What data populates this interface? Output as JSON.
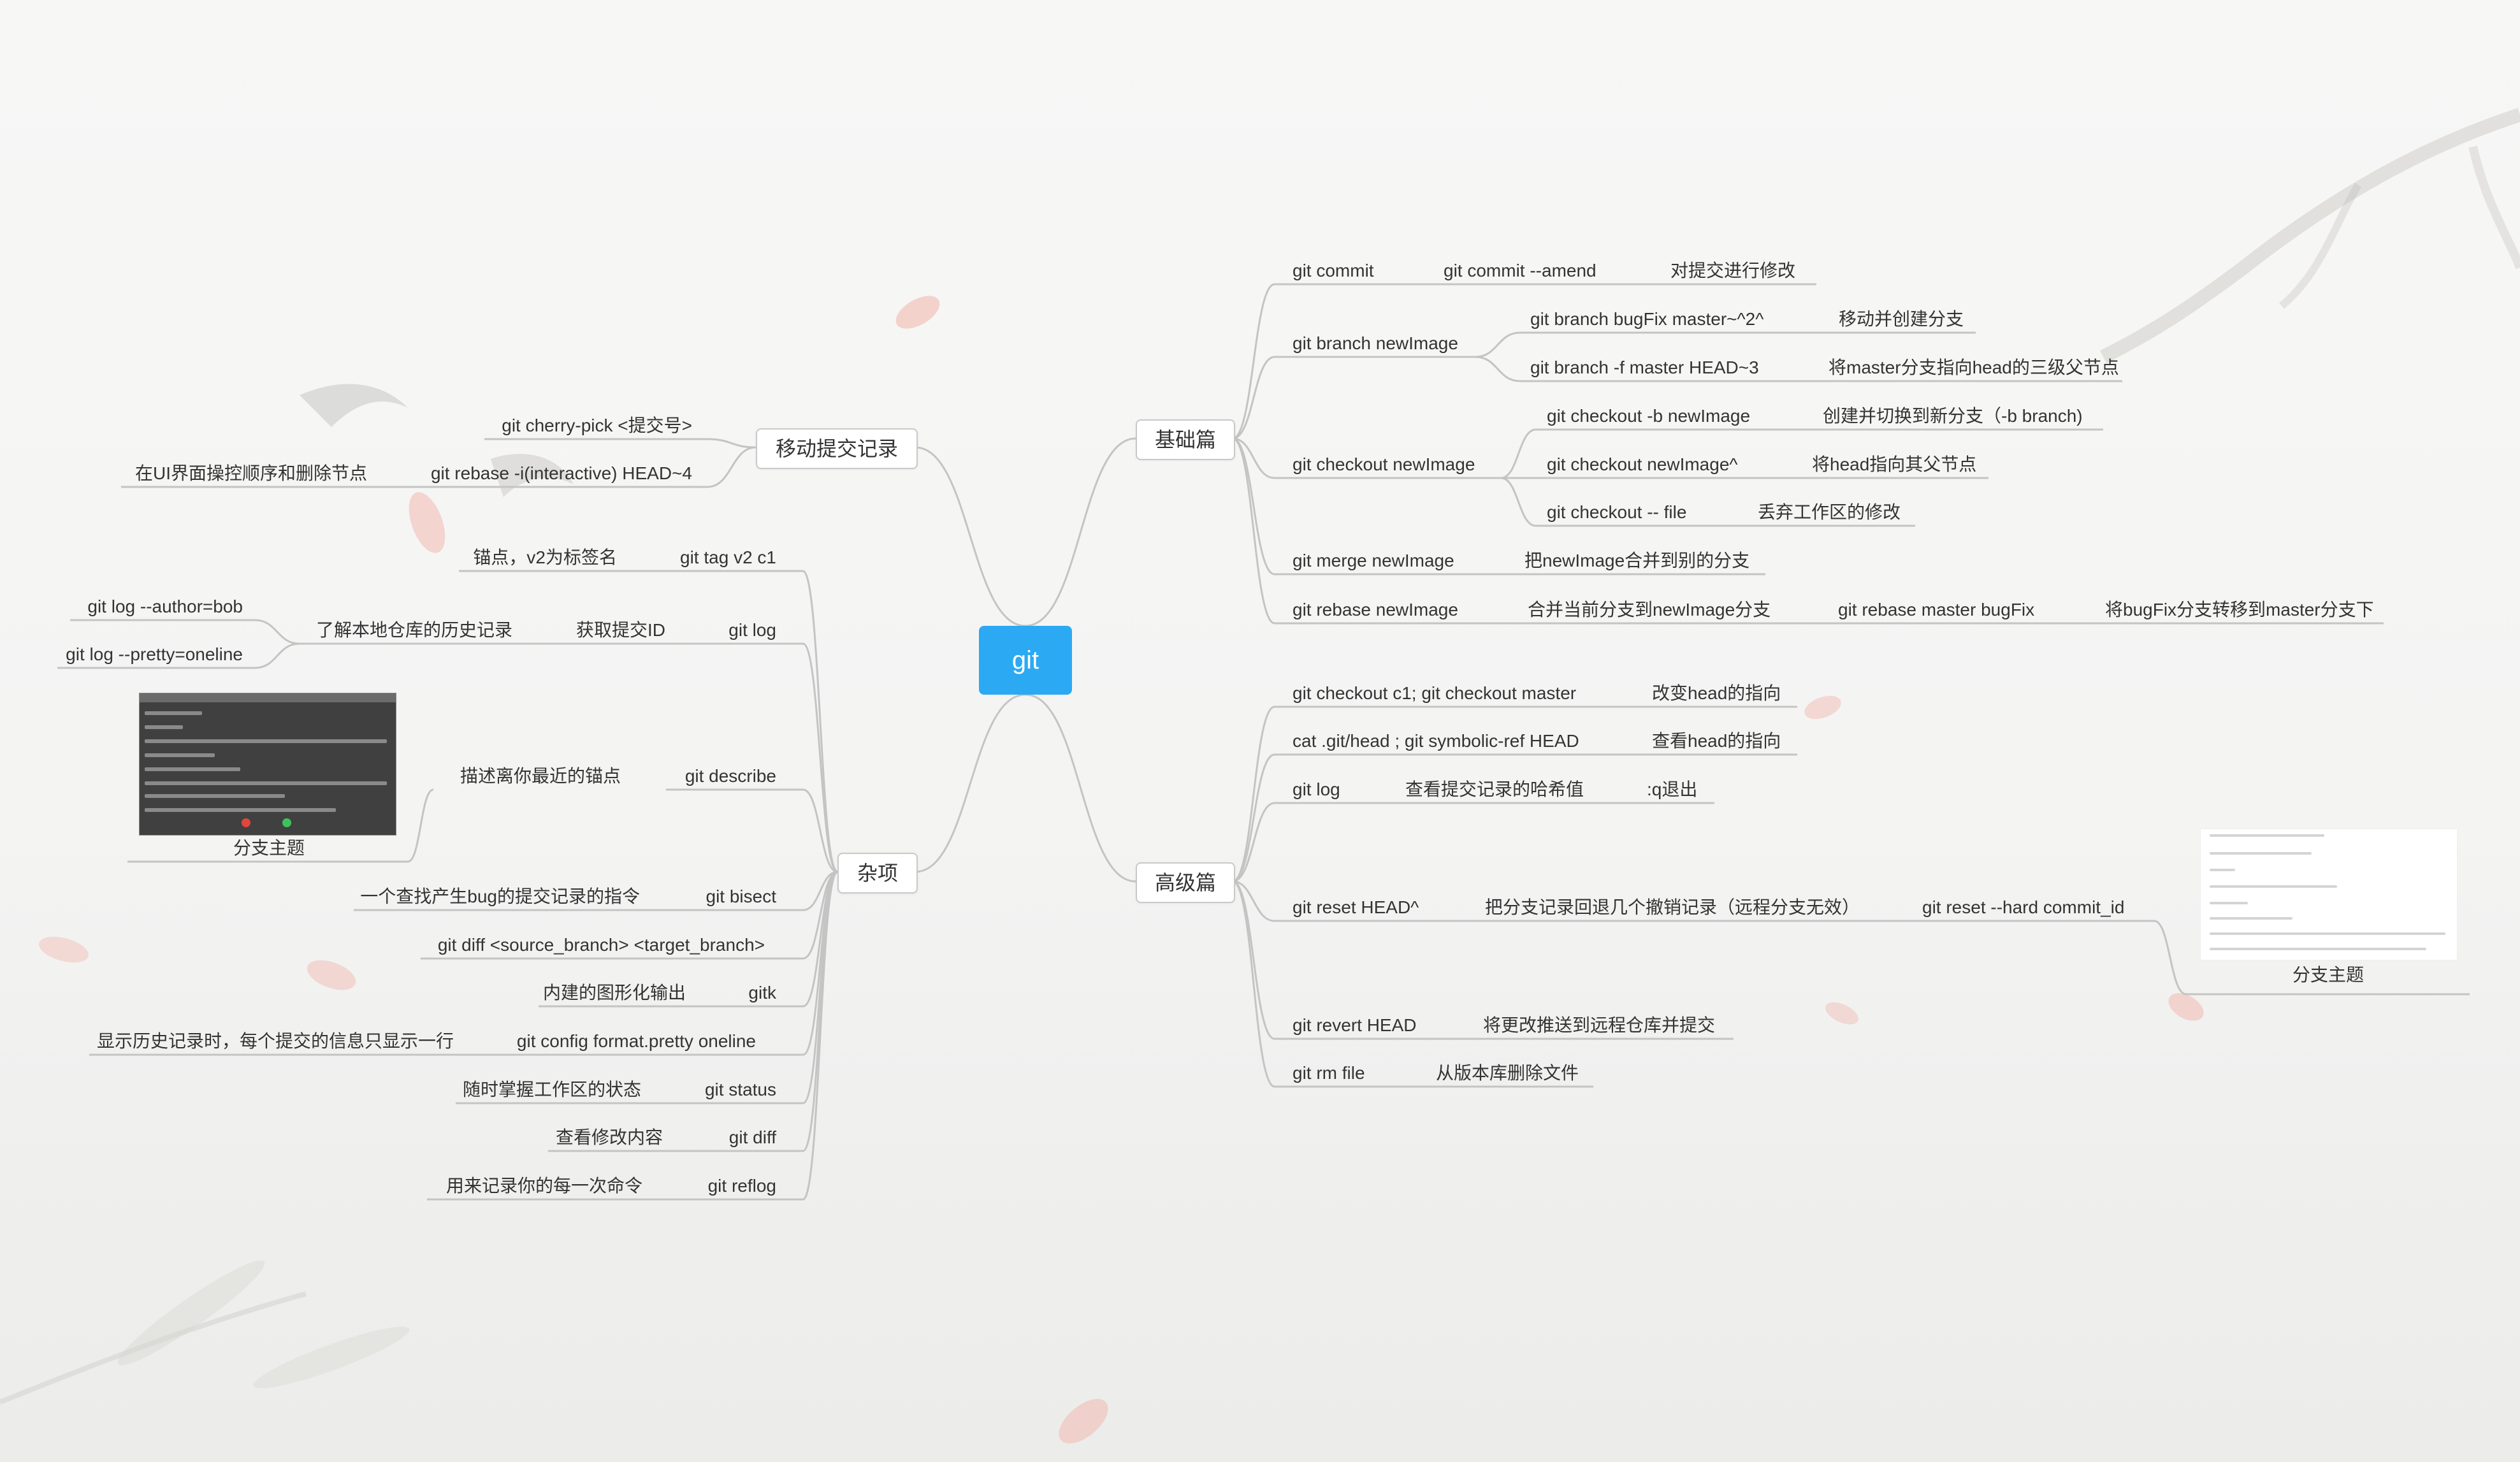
{
  "root": {
    "label": "git"
  },
  "branches": {
    "basics": {
      "label": "基础篇",
      "items": {
        "commit": {
          "cmd": "git commit",
          "sub": "git commit --amend",
          "desc": "对提交进行修改"
        },
        "branch": {
          "cmd": "git branch newImage",
          "c1": {
            "cmd": "git branch bugFix master~^2^",
            "desc": "移动并创建分支"
          },
          "c2": {
            "cmd": "git branch -f master HEAD~3",
            "desc": "将master分支指向head的三级父节点"
          }
        },
        "checkout": {
          "cmd": "git checkout newImage",
          "c1": {
            "cmd": "git checkout -b newImage",
            "desc": "创建并切换到新分支（-b branch)"
          },
          "c2": {
            "cmd": "git checkout newImage^",
            "desc": "将head指向其父节点"
          },
          "c3": {
            "cmd": "git checkout -- file",
            "desc": "丢弃工作区的修改"
          }
        },
        "merge": {
          "cmd": "git merge newImage",
          "desc": "把newImage合并到别的分支"
        },
        "rebase": {
          "cmd": "git rebase newImage",
          "desc": "合并当前分支到newImage分支",
          "sub": "git rebase master bugFix",
          "subdesc": "将bugFix分支转移到master分支下"
        }
      }
    },
    "advanced": {
      "label": "高级篇",
      "items": {
        "checkout_c1": {
          "cmd": "git checkout c1; git checkout master",
          "desc": "改变head的指向"
        },
        "symbolic": {
          "cmd": "cat .git/head ; git symbolic-ref HEAD",
          "desc": "查看head的指向"
        },
        "log": {
          "cmd": "git log",
          "desc": "查看提交记录的哈希值",
          "sub": ":q退出"
        },
        "reset": {
          "cmd": "git reset HEAD^",
          "desc": "把分支记录回退几个撤销记录（远程分支无效）",
          "sub": "git reset --hard commit_id",
          "image_caption": "分支主题"
        },
        "revert": {
          "cmd": "git revert HEAD",
          "desc": "将更改推送到远程仓库并提交"
        },
        "rm": {
          "cmd": "git rm file",
          "desc": "从版本库删除文件"
        }
      }
    },
    "moving": {
      "label": "移动提交记录",
      "items": {
        "cherry": {
          "cmd": "git cherry-pick <提交号>"
        },
        "rebase_i": {
          "cmd": "git rebase -i(interactive) HEAD~4",
          "desc": "在UI界面操控顺序和删除节点"
        }
      }
    },
    "misc": {
      "label": "杂项",
      "items": {
        "tag": {
          "cmd": "git tag v2 c1",
          "desc": "锚点，v2为标签名"
        },
        "log": {
          "cmd": "git log",
          "desc": "获取提交ID",
          "sub": "了解本地仓库的历史记录",
          "opt1": "git log --author=bob",
          "opt2": "git log --pretty=oneline"
        },
        "describe": {
          "cmd": "git describe",
          "desc": "描述离你最近的锚点",
          "image_caption": "分支主题"
        },
        "bisect": {
          "cmd": "git bisect",
          "desc": "一个查找产生bug的提交记录的指令"
        },
        "diff_branch": {
          "cmd": "git diff <source_branch> <target_branch>"
        },
        "gitk": {
          "cmd": "gitk",
          "desc": "内建的图形化输出"
        },
        "pretty": {
          "cmd": "git config format.pretty oneline",
          "desc": "显示历史记录时，每个提交的信息只显示一行"
        },
        "status": {
          "cmd": "git status",
          "desc": "随时掌握工作区的状态"
        },
        "diff": {
          "cmd": "git diff",
          "desc": "查看修改内容"
        },
        "reflog": {
          "cmd": "git reflog",
          "desc": "用来记录你的每一次命令"
        }
      }
    }
  },
  "colors": {
    "root": "#2ba9f3",
    "line": "#c4c4c4",
    "text": "#333333"
  }
}
